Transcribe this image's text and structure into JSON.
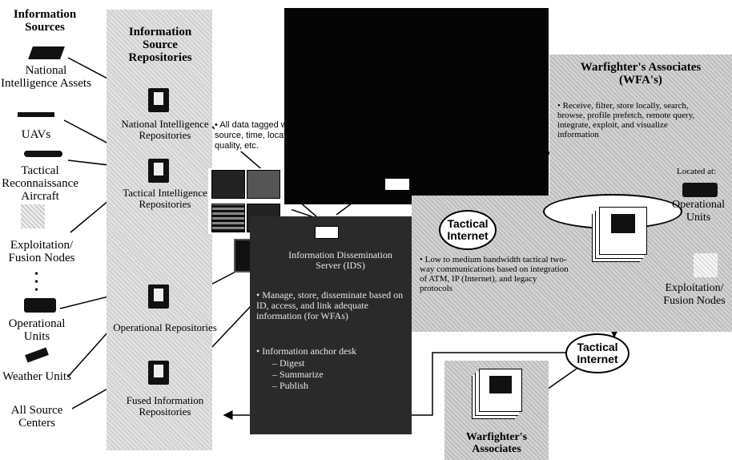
{
  "sources": {
    "header": "Information Sources",
    "items": [
      {
        "label": "National Intelligence Assets",
        "icon": "satellite-icon"
      },
      {
        "label": "UAVs",
        "icon": "uav-icon"
      },
      {
        "label": "Tactical Reconnaissance Aircraft",
        "icon": "aircraft-icon"
      },
      {
        "label": "Exploitation/ Fusion Nodes",
        "icon": "node-icon"
      },
      {
        "label": "Operational Units",
        "icon": "humvee-icon"
      },
      {
        "label": "Weather Units",
        "icon": "weather-icon"
      },
      {
        "label": "All Source Centers",
        "icon": ""
      }
    ],
    "ellipsis": "•\n•\n•"
  },
  "repositories": {
    "header": "Information Source Repositories",
    "items": [
      {
        "label": "National Intelligence Repositories"
      },
      {
        "label": "Tactical Intelligence Repositories"
      },
      {
        "label": "Operational Repositories"
      },
      {
        "label": "Fused Information Repositories"
      }
    ]
  },
  "tag_note": "• All data tagged with source, time, location, quality, etc.",
  "dissemination": {
    "title": "Information Dissemination Server (IDS)",
    "bullet1": "• Manage, store, disseminate based on ID, access, and link adequate information (for WFAs)",
    "bullet2": "• Information anchor desk",
    "sub": [
      "– Digest",
      "– Summarize",
      "– Publish"
    ]
  },
  "network_note": "• Low to medium bandwidth tactical two-way communications based on integration of ATM, IP (Internet), and legacy protocols",
  "tactical_internet_1": "Tactical Internet",
  "tactical_internet_2": "Tactical Internet",
  "wfa": {
    "title": "Warfighter's Associates (WFA's)",
    "bullet": "• Receive, filter, store locally, search, browse, profile prefetch, remote query, integrate, exploit, and visualize information",
    "located_at": "Located at:",
    "loc1": "Operational Units",
    "loc2": "Exploitation/ Fusion Nodes"
  },
  "bottom_wfa": "Warfighter's Associates"
}
